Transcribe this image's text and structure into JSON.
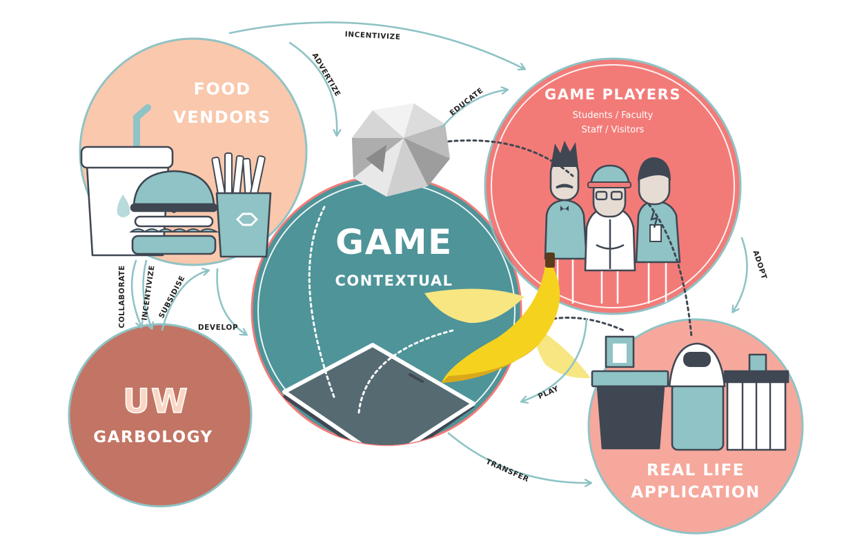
{
  "nodes": {
    "food_vendors": {
      "line1": "FOOD",
      "line2": "VENDORS"
    },
    "game": {
      "title": "GAME",
      "subtitle": "CONTEXTUAL"
    },
    "game_players": {
      "title": "GAME PLAYERS",
      "line1": "Students / Faculty",
      "line2": "Staff / Visitors"
    },
    "uw_garbology": {
      "logo": "UW",
      "name": "GARBOLOGY"
    },
    "real_life": {
      "line1": "REAL LIFE",
      "line2": "APPLICATION"
    }
  },
  "edges": {
    "incentivize_top": "INCENTIVIZE",
    "advertize": "ADVERTIZE",
    "educate": "EDUCATE",
    "adopt": "ADOPT",
    "collaborate": "COLLABORATE",
    "incentivize_side": "INCENTIVIZE",
    "subsidise": "SUBSIDISE",
    "develop": "DEVELOP",
    "play": "PLAY",
    "transfer": "TRANSFER"
  },
  "colors": {
    "food_vendors": "#f9c8ad",
    "game": "#4e9499",
    "game_players": "#f27b78",
    "uw_garbology": "#c27565",
    "real_life": "#f6a89c",
    "arrow": "#8fc3c5",
    "ring": "#8fc3c5",
    "banana": "#f5d21e"
  }
}
